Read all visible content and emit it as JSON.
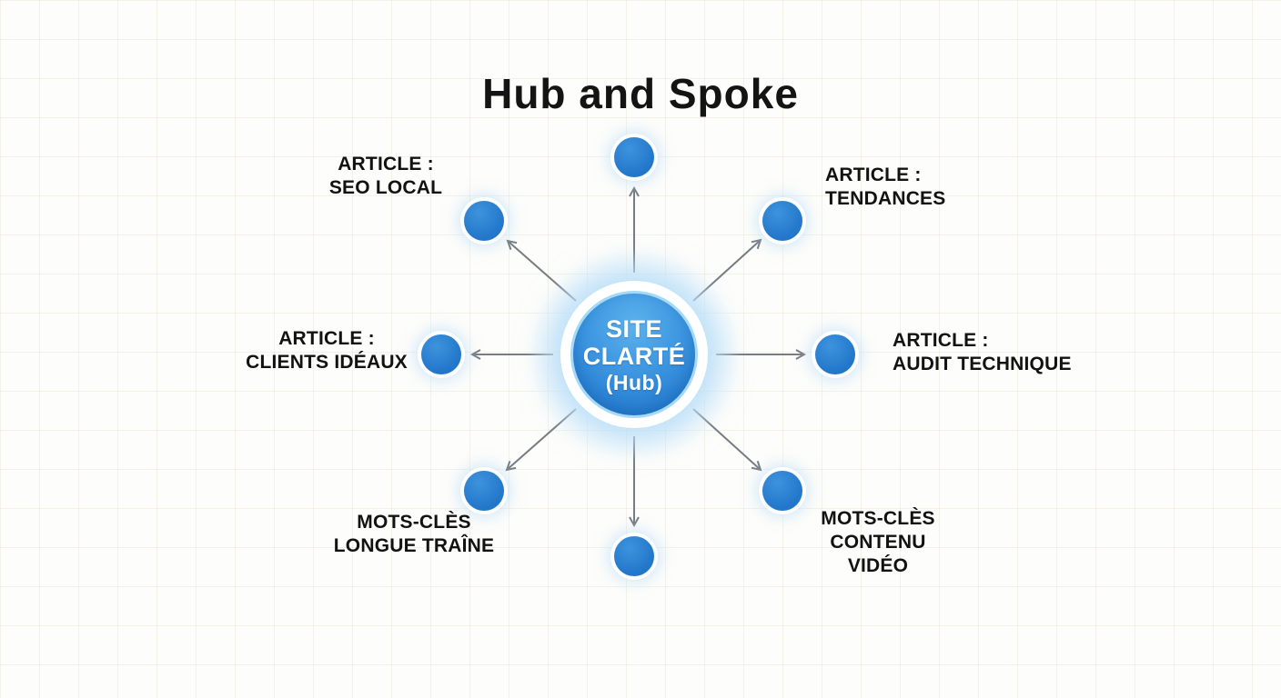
{
  "title": "Hub and Spoke",
  "hub": {
    "line1": "SITE",
    "line2": "CLARTÉ",
    "line3": "(Hub)"
  },
  "labels": {
    "seo_local": "ARTICLE :\nSEO LOCAL",
    "tendances": "ARTICLE :\nTENDANCES",
    "clients_ideaux": "ARTICLE :\nCLIENTS IDÉAUX",
    "audit_technique": "ARTICLE :\nAUDIT TECHNIQUE",
    "longue_traine": "MOTS-CLÈS\nLONGUE TRAÎNE",
    "contenu_video": "MOTS-CLÈS\nCONTENU\nVIDÉO"
  },
  "colors": {
    "node_blue": "#2478cb",
    "hub_blue": "#2e86d6",
    "hub_ring": "#a5d9f7",
    "arrow_gray": "#777c83",
    "label_text": "#121212",
    "background": "#fdfdfb"
  }
}
